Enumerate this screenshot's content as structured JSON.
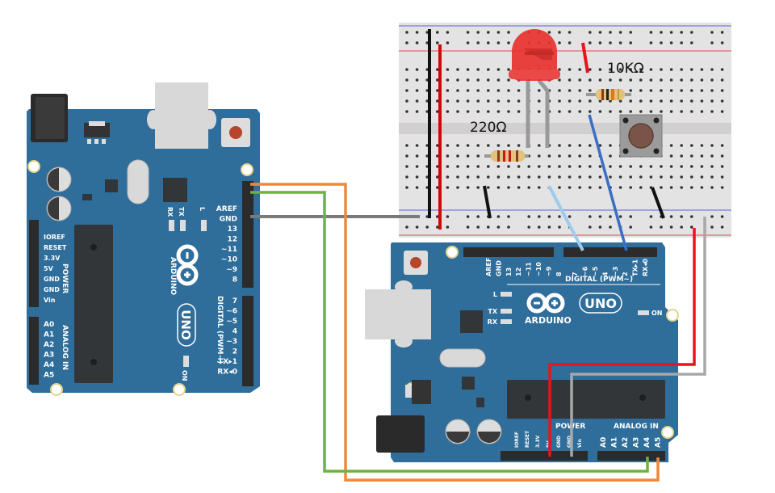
{
  "diagram": {
    "title": "Two Arduino UNO boards with breadboard LED, resistors and push button",
    "components": {
      "resistor_led": {
        "label": "220Ω"
      },
      "resistor_button": {
        "label": "10KΩ"
      },
      "led": {
        "color": "#e8322f"
      },
      "button": {
        "name": "push-button"
      }
    },
    "board_left": {
      "brand": "ARDUINO",
      "model": "UNO",
      "digital_header_label": "DIGITAL (PWM~)",
      "digital_pins": [
        "AREF",
        "GND",
        "13",
        "12",
        "~11",
        "~10",
        "~9",
        "8",
        "7",
        "~6",
        "~5",
        "4",
        "~3",
        "2",
        "TX▸1",
        "RX◂0"
      ],
      "power_header_label": "POWER",
      "power_pins": [
        "IOREF",
        "RESET",
        "3.3V",
        "5V",
        "GND",
        "GND",
        "Vin"
      ],
      "analog_header_label": "ANALOG IN",
      "analog_pins": [
        "A0",
        "A1",
        "A2",
        "A3",
        "A4",
        "A5"
      ],
      "leds": [
        "RX",
        "TX",
        "L"
      ],
      "on_label": "ON"
    },
    "board_right": {
      "brand": "ARDUINO",
      "model": "UNO",
      "digital_header_label": "DIGITAL (PWM~)",
      "digital_pins": [
        "AREF",
        "GND",
        "13",
        "12",
        "~11",
        "~10",
        "~9",
        "8",
        "7",
        "~6",
        "~5",
        "4",
        "~3",
        "2",
        "TX▸1",
        "RX◂0"
      ],
      "power_header_label": "POWER",
      "power_pins": [
        "IOREF",
        "RESET",
        "3.3V",
        "5V",
        "GND",
        "GND",
        "Vin"
      ],
      "analog_header_label": "ANALOG IN",
      "analog_pins": [
        "A0",
        "A1",
        "A2",
        "A3",
        "A4",
        "A5"
      ],
      "leds": [
        "L",
        "TX",
        "RX"
      ],
      "on_label": "ON"
    },
    "wires": [
      {
        "name": "gnd-left-to-breadboard",
        "color": "#7a7a7a",
        "from": "left GND",
        "to": "breadboard GND rail"
      },
      {
        "name": "orange-sda-scl",
        "color": "#f0883a",
        "from": "left header top pin",
        "to": "right A5"
      },
      {
        "name": "green-sda-scl",
        "color": "#6db33f",
        "from": "left header second pin",
        "to": "right A4"
      },
      {
        "name": "red-5v",
        "color": "#e8141c",
        "from": "right 5V",
        "to": "breadboard + rail"
      },
      {
        "name": "grey-gnd",
        "color": "#a8a8a8",
        "from": "right GND",
        "to": "breadboard - rail"
      },
      {
        "name": "light-blue-pin7",
        "color": "#9ccbee",
        "from": "right pin 7",
        "to": "LED resistor"
      },
      {
        "name": "blue-pin3",
        "color": "#3a6fc4",
        "from": "right pin ~3",
        "to": "button"
      }
    ]
  }
}
